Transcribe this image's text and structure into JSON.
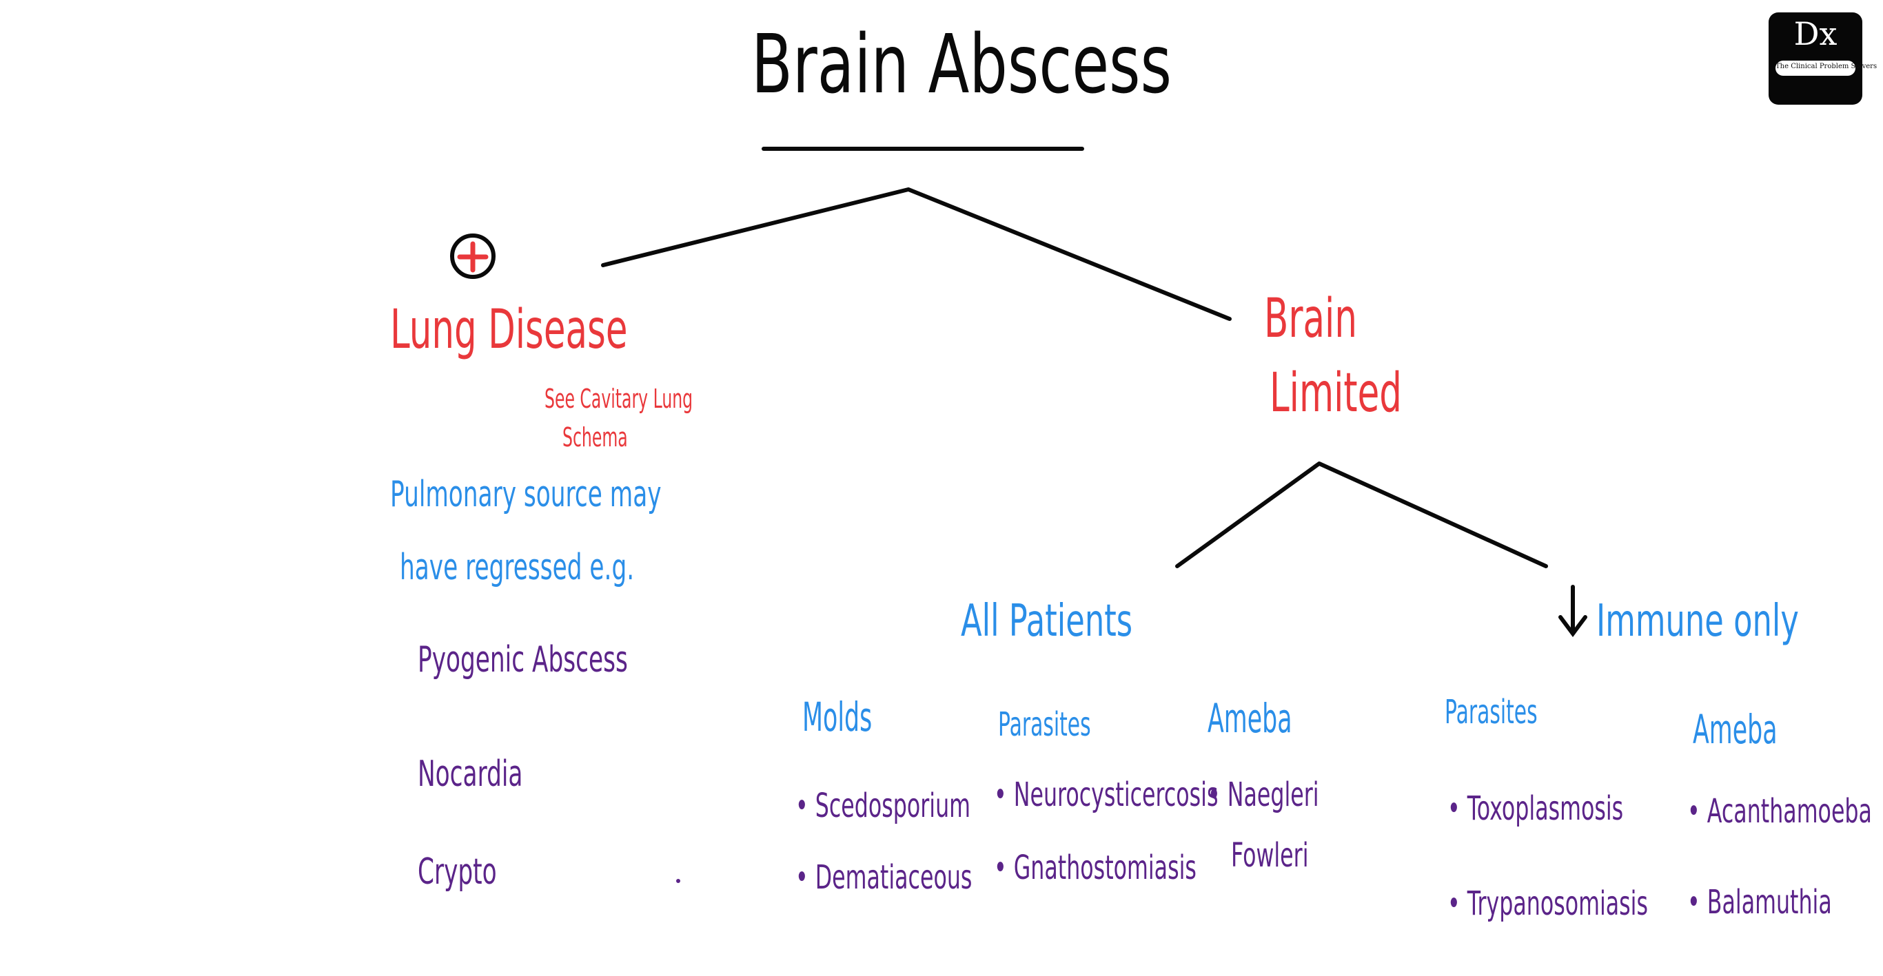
{
  "title": "Brain Abscess",
  "branches": {
    "lung": {
      "label": "Lung Disease",
      "note": [
        "See Cavitary Lung",
        "Schema"
      ],
      "explanation": [
        "Pulmonary source may",
        "have regressed e.g."
      ],
      "examples": [
        "Pyogenic Abscess",
        "Nocardia",
        "Crypto"
      ]
    },
    "brain": {
      "label": [
        "Brain",
        "Limited"
      ],
      "all_patients": {
        "label": "All Patients",
        "groups": [
          {
            "heading": "Molds",
            "items": [
              "Scedosporium",
              "Dematiaceous"
            ]
          },
          {
            "heading": "Parasites",
            "items": [
              "Neurocysticercosis",
              "Gnathostomiasis"
            ]
          },
          {
            "heading": "Ameba",
            "items": [
              "Naegleri",
              "Fowleri"
            ]
          }
        ]
      },
      "low_immune": {
        "label": "Immune only",
        "groups": [
          {
            "heading": "Parasites",
            "items": [
              "Toxoplasmosis",
              "Trypanosomiasis"
            ]
          },
          {
            "heading": "Ameba",
            "items": [
              "Acanthamoeba",
              "Balamuthia"
            ]
          }
        ]
      }
    }
  },
  "logo": {
    "mark": "Dx",
    "caption": "The Clinical Problem Solvers"
  },
  "icons": {
    "plus": "plus-circle-icon",
    "down_arrow": "down-arrow-icon"
  },
  "colors": {
    "red": "#e9383b",
    "blue": "#2a8ee8",
    "purple": "#5b2489",
    "black": "#0a0a0a"
  }
}
